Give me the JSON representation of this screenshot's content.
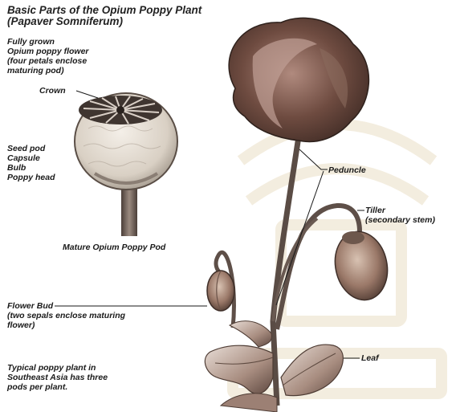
{
  "title": {
    "line1": "Basic Parts of the Opium Poppy Plant",
    "line2": "(Papaver Somniferum)"
  },
  "labels": {
    "fully_grown": [
      "Fully grown",
      "Opium poppy flower",
      "(four petals enclose",
      "maturing pod)"
    ],
    "crown": "Crown",
    "seed_pod": [
      "Seed pod",
      "Capsule",
      "Bulb",
      "Poppy head"
    ],
    "peduncle": "Peduncle",
    "tiller": [
      "Tiller",
      "(secondary stem)"
    ],
    "mature_pod": "Mature Opium Poppy Pod",
    "flower_bud": [
      "Flower Bud",
      "(two sepals enclose maturing",
      "flower)"
    ],
    "leaf": "Leaf",
    "typical": [
      "Typical poppy plant in",
      "Southeast Asia has three",
      "pods per plant."
    ]
  },
  "colors": {
    "petal": "#5b3f35",
    "petal_light": "#a27f73",
    "stem": "#6a5a52",
    "pod": "#8a6a5c",
    "line": "#1a1a1a",
    "watermark": "#e9dcc0"
  }
}
